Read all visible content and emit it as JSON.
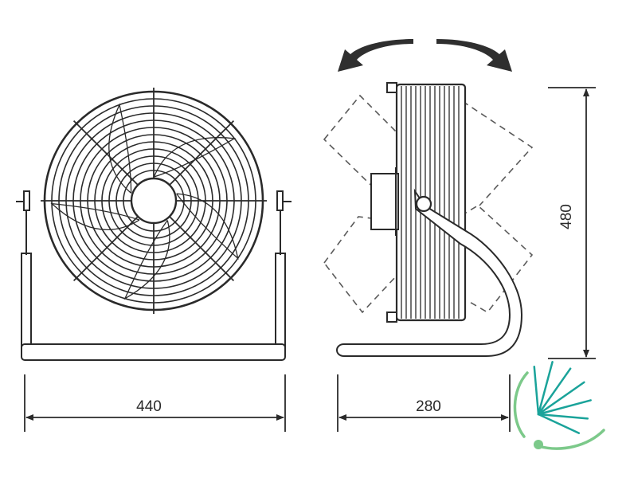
{
  "dimensions": {
    "width": "440",
    "depth": "280",
    "height": "480"
  },
  "colors": {
    "line": "#2a2a2a",
    "arrow": "#2f2f2f",
    "dashed": "#5a5a5a",
    "logo_teal": "#1aa39a",
    "logo_green": "#7cc98a"
  },
  "icons": {
    "tilt_arrows": "curved-arrow-icon",
    "logo": "spiral-logo-icon"
  }
}
